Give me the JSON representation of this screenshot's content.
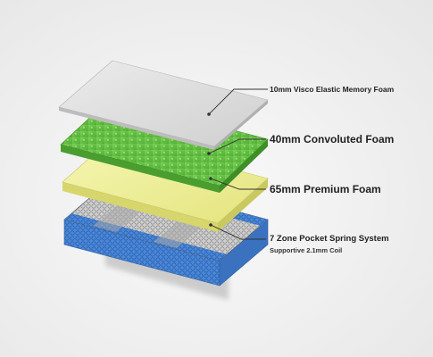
{
  "diagram": {
    "layers": [
      {
        "id": "memory-foam",
        "label": "10mm Visco Elastic Memory Foam"
      },
      {
        "id": "convoluted-foam",
        "label": "40mm Convoluted Foam"
      },
      {
        "id": "premium-foam",
        "label": "65mm Premium Foam"
      },
      {
        "id": "spring-system",
        "label": "7 Zone Pocket Spring System",
        "sublabel": "Supportive 2.1mm Coil"
      }
    ],
    "colors": {
      "memory_foam": "#d9d9d9",
      "convoluted_foam": "#6cc24a",
      "premium_foam": "#eef09a",
      "spring_blue": "#3f7ed1",
      "spring_grey": "#b8b8b8",
      "leader": "#333333"
    }
  }
}
